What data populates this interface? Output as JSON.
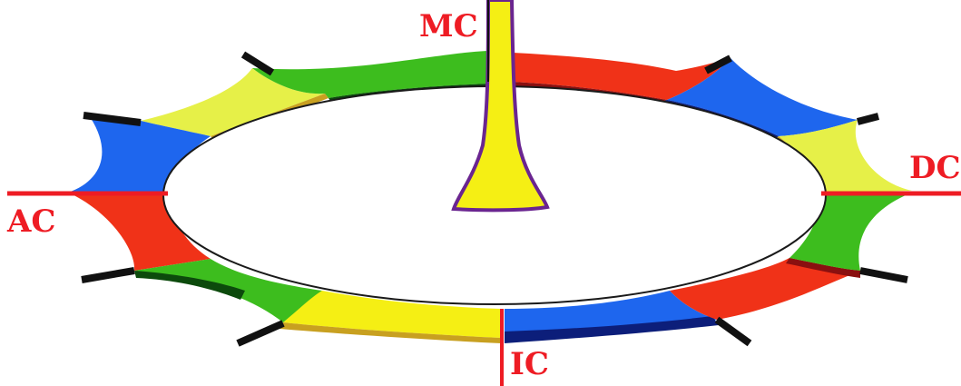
{
  "labels": {
    "mc": "MC",
    "ac": "AC",
    "dc": "DC",
    "ic": "IC"
  },
  "colors": {
    "axis": "#ee1c24",
    "green": "#3dbd1e",
    "green_dark": "#0c4a0c",
    "yellow": "#f5ef14",
    "yellow_green": "#e6f048",
    "blue": "#1e66ee",
    "blue_dark": "#0c1e7a",
    "red": "#f03218",
    "red_dark": "#8a1010",
    "ochre": "#c8a020",
    "spoke": "#111111",
    "mc_outline": "#6a2590"
  },
  "segments": [
    "yellow",
    "green",
    "red",
    "blue",
    "yellow-green",
    "green",
    "red",
    "blue",
    "yellow",
    "green",
    "red",
    "blue"
  ]
}
